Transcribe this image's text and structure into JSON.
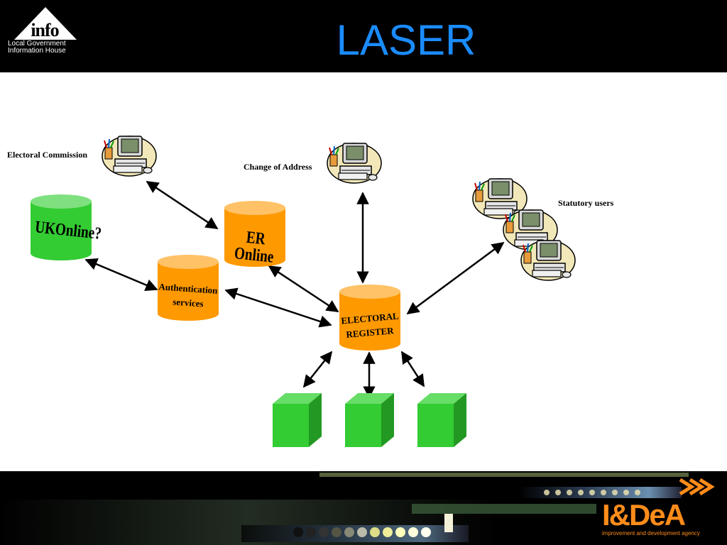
{
  "header": {
    "logo": {
      "word": "info",
      "line1": "Local Government",
      "line2": "Information House"
    },
    "title": "LASER"
  },
  "diagram": {
    "labels": {
      "electoral_commission": "Electoral Commission",
      "change_of_address": "Change of Address",
      "statutory_users": "Statutory users"
    },
    "databases": {
      "ukonline": "UKOnline?",
      "er_online": "ER Online",
      "authentication_1": "Authentication",
      "authentication_2": "services",
      "register_1": "ELECTORAL",
      "register_2": "REGISTER"
    },
    "colors": {
      "orange": "#ff9900",
      "green": "#33cc33",
      "arrow": "#000000"
    },
    "icons": [
      "computer-icon"
    ]
  },
  "footer": {
    "brand": "I&DeA",
    "tagline": "improvement and development agency"
  }
}
